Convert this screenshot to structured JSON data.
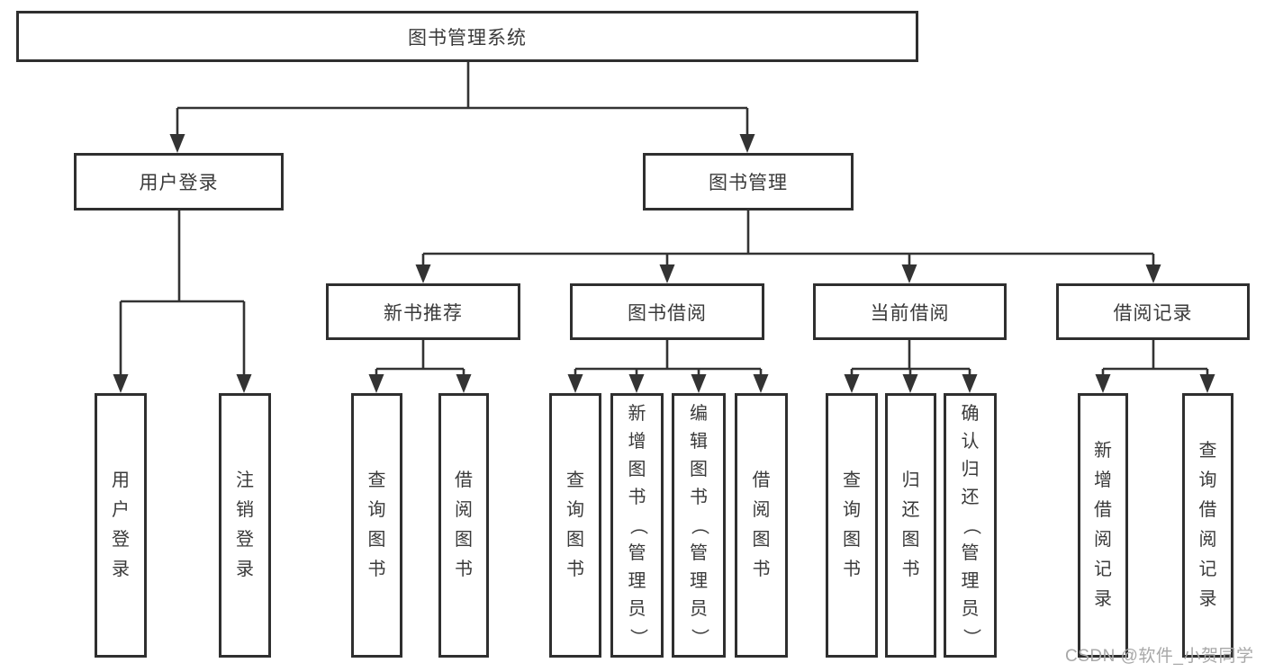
{
  "tree": {
    "root": "图书管理系统",
    "user_branch": {
      "label": "用户登录",
      "leaves": [
        "用户登录",
        "注销登录"
      ]
    },
    "book_branch": {
      "label": "图书管理",
      "groups": [
        {
          "label": "新书推荐",
          "leaves": [
            "查询图书",
            "借阅图书"
          ]
        },
        {
          "label": "图书借阅",
          "leaves": [
            "查询图书",
            "新增图书（管理员）",
            "编辑图书（管理员）",
            "借阅图书"
          ]
        },
        {
          "label": "当前借阅",
          "leaves": [
            "查询图书",
            "归还图书",
            "确认归还（管理员）"
          ]
        },
        {
          "label": "借阅记录",
          "leaves": [
            "新增借阅记录",
            "查询借阅记录"
          ]
        }
      ]
    }
  },
  "watermark": {
    "text": "CSDN @软件_小贺同学"
  },
  "colors": {
    "line": "#333333",
    "border": "#2f2f2f",
    "text": "#3a3a3a",
    "watermark": "#a8a8a8"
  }
}
